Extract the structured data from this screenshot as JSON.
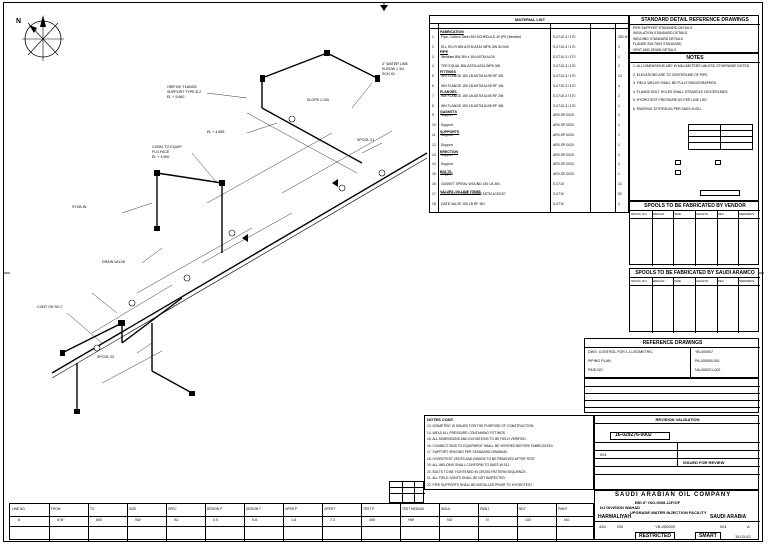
{
  "material_list": {
    "title": "MATERIAL LIST",
    "sections": [
      "FABRICATION",
      "PIPE",
      "FITTINGS",
      "FLANGES",
      "GASKETS",
      "SUPPORTS",
      "ERECTION",
      "BOLTS",
      "VALVES / IN-LINE ITEMS"
    ],
    "rows": [
      {
        "no": "1",
        "desc": "Pipe, Carbon Steel 3IN SCHEDULE-40 (PE) Beveled",
        "code": "S-0710-3 / 170",
        "qty": "252 M"
      },
      {
        "no": "2",
        "desc": "ELL 90 LR BW ASTM A234 WPB 3IN SCH40",
        "code": "S-0710-3 / 170",
        "qty": "2"
      },
      {
        "no": "3",
        "desc": "Weldolet BW 3IN x 1IN ASTM A105",
        "code": "S-0710-3 / 170",
        "qty": "1"
      },
      {
        "no": "4",
        "desc": "TEE EQUAL BW ASTM A234 WPB 3IN",
        "code": "S-0710-3 / 170",
        "qty": "2"
      },
      {
        "no": "5",
        "desc": "WN FLANGE 150 LB ASTM A105 RF 3IN",
        "code": "S-0710-3 / 170",
        "qty": "13"
      },
      {
        "no": "6",
        "desc": "WN FLANGE 150 LB ASTM A105 RF 1IN",
        "code": "S-0710-3 / 170",
        "qty": "4"
      },
      {
        "no": "7",
        "desc": "WN FLANGE 150 LB ASTM A105 RF 2IN",
        "code": "S-0710-3 / 170",
        "qty": "2"
      },
      {
        "no": "8",
        "desc": "WN FLANGE 150 LB ASTM A105 RF 4IN",
        "code": "S-0710-3 / 170",
        "qty": "1"
      },
      {
        "no": "9",
        "desc": "Support",
        "code": "AR0-SP-0020",
        "qty": "1"
      },
      {
        "no": "10",
        "desc": "Support",
        "code": "AR0-SP-0020",
        "qty": "1"
      },
      {
        "no": "11",
        "desc": "Support",
        "code": "AR0-SP-0020",
        "qty": "1"
      },
      {
        "no": "12",
        "desc": "Support",
        "code": "AR0-SP-0020",
        "qty": "1"
      },
      {
        "no": "13",
        "desc": "Support",
        "code": "AR0-SP-0020",
        "qty": "1"
      },
      {
        "no": "14",
        "desc": "Support",
        "code": "AR0-SP-0020",
        "qty": "1"
      },
      {
        "no": "15",
        "desc": "Support",
        "code": "AR0-SP-0020",
        "qty": "1"
      },
      {
        "no": "16",
        "desc": "GASKET SPIRAL WOUND 150 LB 3IN",
        "code": "S-0710",
        "qty": "13"
      },
      {
        "no": "17",
        "desc": "STUD BOLT 5/8IN x 90MM ASTM A193 B7",
        "code": "S-0710",
        "qty": "52"
      },
      {
        "no": "18",
        "desc": "GATE VALVE 150 LB RF 3IN",
        "code": "S-0710",
        "qty": "1"
      }
    ]
  },
  "std_drawings": {
    "title": "STANDARD DETAIL REFERENCE DRAWINGS",
    "rows": [
      "PIPE SUPPORT STANDARD DETAILS",
      "INSULATION STANDARD DETAILS",
      "WELDING STANDARD DETAILS",
      "FLANGE BOLTING STANDARD",
      "VENT AND DRAIN DETAILS"
    ]
  },
  "notes": {
    "title": "NOTES",
    "items": [
      "1. ALL DIMENSIONS ARE IN MILLIMETERS UNLESS OTHERWISE NOTED.",
      "2. ELEVATIONS ARE TO CENTERLINE OF PIPE.",
      "3. FIELD WELDS SHALL BE FULLY RADIOGRAPHED.",
      "4. FLANGE BOLT HOLES SHALL STRADDLE CENTERLINES.",
      "5. HYDROTEST PRESSURE AS PER LINE LIST.",
      "6. PAINTING SYSTEM AS PER SAES-H-001."
    ]
  },
  "spools_vendor": {
    "title": "SPOOLS TO BE FABRICATED BY VENDOR",
    "cols": [
      "SPOOL NO",
      "WEIGHT",
      "SIZE",
      "LENGTH",
      "REV",
      "REMARKS"
    ]
  },
  "spools_saudi": {
    "title": "SPOOLS TO BE FABRICATED BY SAUDI ARAMCO",
    "cols": [
      "SPOOL NO",
      "WEIGHT",
      "SIZE",
      "LENGTH",
      "REV",
      "REMARKS"
    ]
  },
  "reference": {
    "title": "REFERENCE DRAWINGS",
    "rows": [
      {
        "label": "DWG. CONTROL FOR 1-G-ISOMETRIC",
        "no": "YB-000007"
      },
      {
        "label": "PIPING PLAN",
        "no": "PA-000050-001"
      },
      {
        "label": "P&ID NO",
        "no": "NA-000031-002"
      }
    ]
  },
  "drawing_notes": {
    "title": "NOTES CONT.",
    "items": [
      "13. ISOMETRIC IS ISSUED FOR THE PURPOSE OF CONSTRUCTION.",
      "14. WELD ALL PRESSURE CONTAINING FITTINGS.",
      "15. ALL DIMENSIONS AND ELEVATIONS TO BE FIELD VERIFIED.",
      "16. CONNECTIONS TO EQUIPMENT SHALL BE VERIFIED BEFORE FABRICATION.",
      "17. SUPPORT SPACING PER STANDARD DRAWING.",
      "18. HYDROTEST VENTS AND DRAINS TO BE REMOVED AFTER TEST.",
      "19. ALL WELDING SHALL CONFORM TO SAES-W-011.",
      "20. BOLTS TO BE TIGHTENED IN CROSS PATTERN SEQUENCE.",
      "21. ALL FIELD JOINTS SHALL BE NDT INSPECTED.",
      "22. PIPE SUPPORTS SHALL BE INSTALLED PRIOR TO HYDROTEST."
    ]
  },
  "revision": {
    "title": "REVISION VALIDATION",
    "drawing_no": "16-029276-0002",
    "rev": "001",
    "status": "ISSUED FOR REVIEW"
  },
  "title_block": {
    "company": "SAUDI ARABIAN OIL COMPANY",
    "sub": "BID 8\" ISO-0008-11F/OF",
    "dept": "NJ DIVISION WAHAD",
    "project": "UPGRADE WATER INJECTION FACILITY",
    "plant": "HARMALIYAH",
    "country": "SAUDI ARABIA",
    "sheet_no": "001",
    "dwg_no": "YB-000000",
    "index": "434",
    "plant_no": "IS0",
    "rev": "A",
    "restricted": "RESTRICTED",
    "smart": "SMART",
    "date": "15.03.02"
  },
  "piping_table": {
    "cols": [
      "LINE NO",
      "FROM",
      "TO",
      "SIZE",
      "SPEC",
      "DESIGN P",
      "DESIGN T",
      "OPER P",
      "OPER T",
      "TEST P",
      "TEST MEDIUM",
      "INSUL",
      "PAINT",
      "NDT",
      "PWHT"
    ],
    "values": [
      "8",
      "6\"/8\"",
      "600",
      "SW",
      "S2",
      "0.5",
      "0.8",
      "1.8",
      "7.3",
      "250",
      "HW",
      "NO",
      "N",
      "100",
      "NO"
    ]
  },
  "callouts": [
    "ORIFICE FLANGE",
    "SUPPORT TYPE B-2",
    "EL + 5.660",
    "3\" WATER LINE",
    "ELBOW 1 3/4",
    "SCH 40",
    "EL + 4.865",
    "CONN. TO EQUIP.",
    "FLG FACE",
    "EL + 3.900",
    "STUB-IN",
    "SLOPE 1:100",
    "DRAIN VALVE",
    "CONT ON SH 2",
    "SPOOL 01",
    "SPOOL 02"
  ],
  "north_label": "N"
}
